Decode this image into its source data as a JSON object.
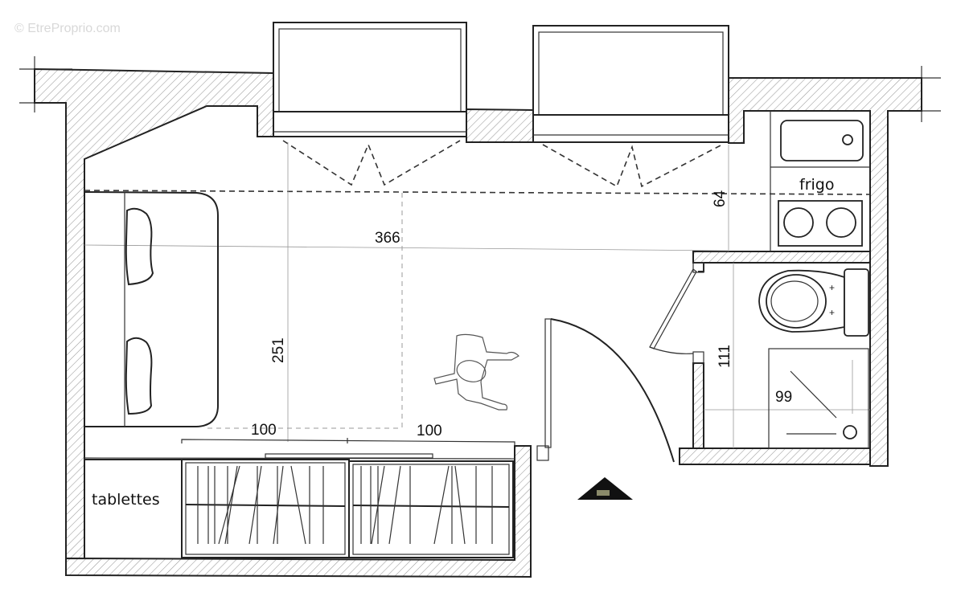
{
  "watermark": "© EtreProprio.com",
  "plan": {
    "type": "apartment floor plan (studio)",
    "rooms": {
      "kitchenette": {
        "fridge_label": "frigo",
        "fixtures": [
          "sink",
          "fridge",
          "two-burner hob"
        ]
      },
      "bathroom": {
        "fixtures": [
          "toilet",
          "shower tray"
        ],
        "width_dim": "111",
        "shower_dim": "99"
      },
      "storage": {
        "shelves_label": "tablettes",
        "closet_width_left": "100",
        "closet_width_right": "100"
      },
      "main_room": {
        "length_dim": "366",
        "width_dim": "251",
        "header_dim": "64",
        "furniture": [
          "double bed",
          "armchair"
        ]
      }
    },
    "windows": 2,
    "entrance_marker": "entrance-arrow"
  },
  "dimensions": {
    "length": "366",
    "depth": "251",
    "kitchen_depth": "64",
    "bathroom_width": "111",
    "shower": "99",
    "closet_left": "100",
    "closet_right": "100"
  },
  "labels": {
    "fridge": "frigo",
    "shelves": "tablettes"
  },
  "colors": {
    "ink": "#222222",
    "hatch": "#9a9a9a",
    "background": "#ffffff"
  }
}
